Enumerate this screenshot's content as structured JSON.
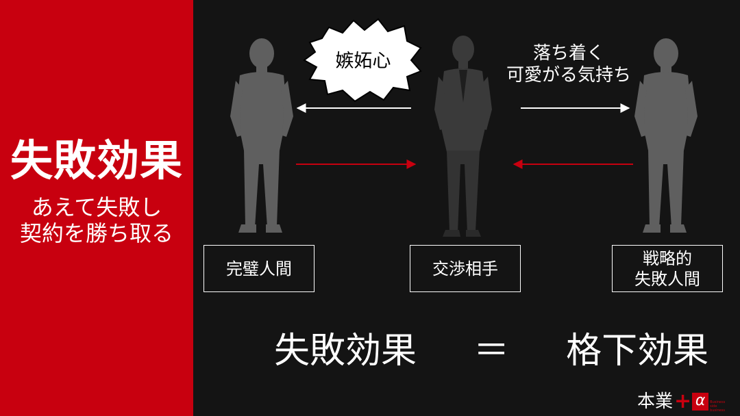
{
  "sidebar": {
    "title": "失敗効果",
    "subtitle_lines": [
      "あえて失敗し",
      "契約を勝ち取る"
    ]
  },
  "diagram": {
    "speech_bubble": "嫉妬心",
    "calm_text_lines": [
      "落ち着く",
      "可愛がる気持ち"
    ],
    "persons": [
      {
        "label_lines": [
          "完璧人間"
        ]
      },
      {
        "label_lines": [
          "交渉相手"
        ]
      },
      {
        "label_lines": [
          "戦略的",
          "失敗人間"
        ]
      }
    ],
    "colors": {
      "accent": "#c8000f",
      "white_arrow": "#ffffff",
      "figure": "#5f5f5f",
      "figure_dark": "#3a3a3a"
    }
  },
  "equation": {
    "left": "失敗効果",
    "sign": "＝",
    "right": "格下効果"
  },
  "brand": {
    "text": "本業",
    "plus": "+",
    "alpha": "α",
    "tiny": "Business side business"
  }
}
